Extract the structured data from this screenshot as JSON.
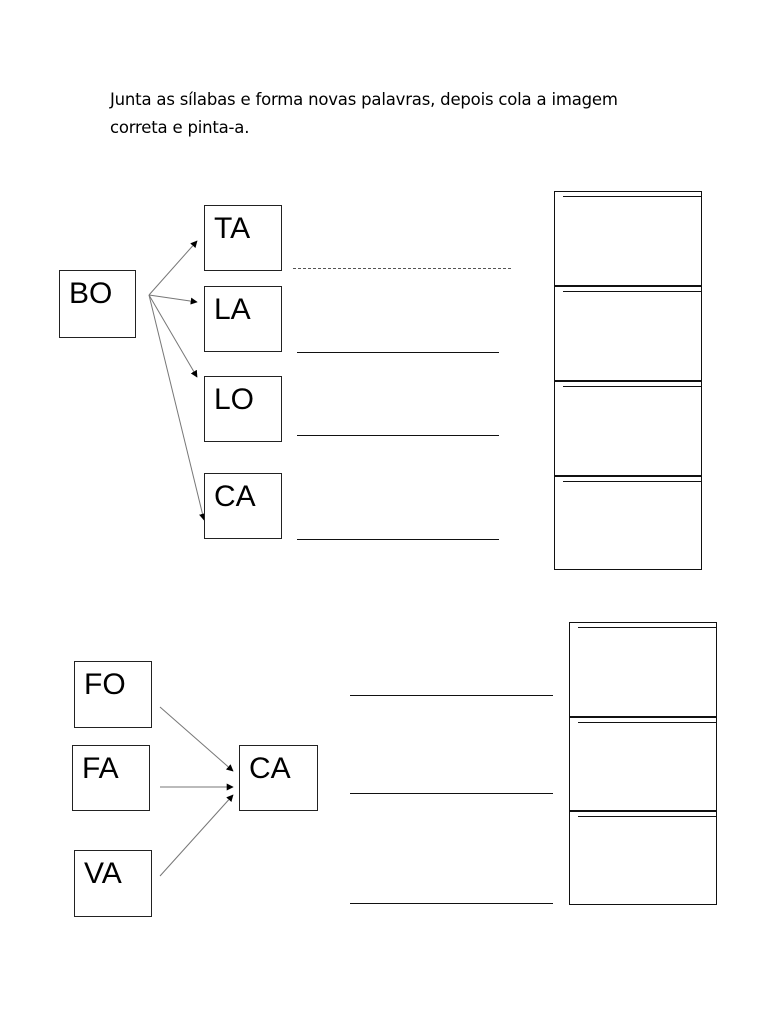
{
  "instructions": {
    "line1": "Junta as sílabas e forma novas palavras, depois cola a imagem",
    "line2": "correta e pinta-a."
  },
  "exercise1": {
    "start": "BO",
    "endings": [
      "TA",
      "LA",
      "LO",
      "CA"
    ]
  },
  "exercise2": {
    "starts": [
      "FO",
      "FA",
      "VA"
    ],
    "ending": "CA"
  }
}
